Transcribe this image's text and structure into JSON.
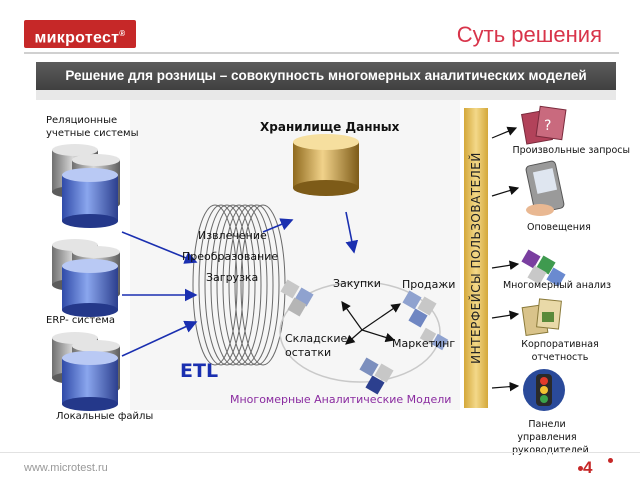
{
  "header": {
    "logo": "микротест",
    "logo_mark": "®",
    "title": "Суть решения"
  },
  "banner": "Решение для розницы – совокупность многомерных аналитических моделей",
  "sources": {
    "relational": "Реляционные учетные системы",
    "erp": "ERP- система",
    "local": "Локальные файлы"
  },
  "etl": {
    "extract": "Извлечение",
    "transform": "Преобразование",
    "load": "Загрузка",
    "label": "ETL"
  },
  "warehouse": "Хранилище Данных",
  "models": {
    "purchases": "Закупки",
    "sales": "Продажи",
    "stock": "Складские остатки",
    "marketing": "Маркетинг",
    "caption": "Многомерные Аналитические Модели"
  },
  "interfaces": "ИНТЕРФЕЙСЫ ПОЛЬЗОВАТЕЛЕЙ",
  "outputs": [
    "Произвольные запросы",
    "Оповещения",
    "Многомерный анализ",
    "Корпоративная отчетность",
    "Панели управления руководителей"
  ],
  "footer": {
    "url": "www.microtest.ru",
    "page": "4"
  },
  "colors": {
    "brand_red": "#c62828",
    "title_red": "#d8344a",
    "banner_gray": "#4a4a4a",
    "db_blue": "#4a6bc7",
    "db_gold": "#c9a040",
    "caption_purple": "#8a2ba0"
  }
}
